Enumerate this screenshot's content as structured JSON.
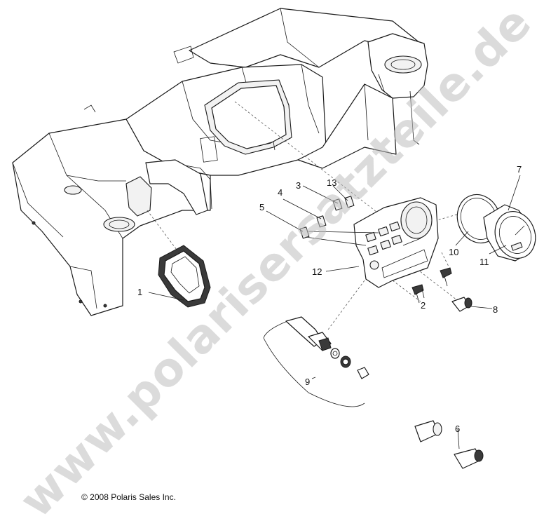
{
  "callouts": {
    "c1": "1",
    "c2": "2",
    "c3": "3",
    "c4": "4",
    "c5": "5",
    "c6": "6",
    "c7": "7",
    "c8": "8",
    "c9": "9",
    "c10": "10",
    "c11": "11",
    "c12": "12",
    "c13": "13"
  },
  "copyright": "© 2008 Polaris Sales Inc.",
  "watermark": "www.polarisersatzteile.de"
}
